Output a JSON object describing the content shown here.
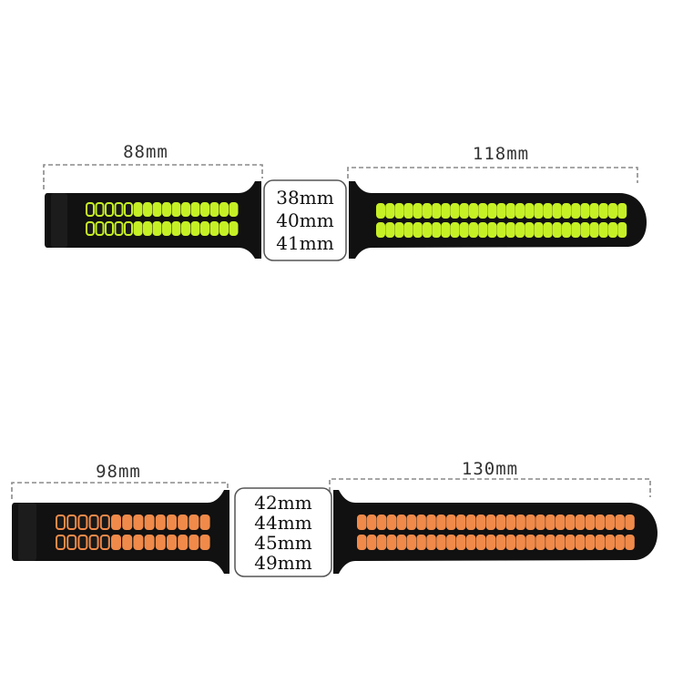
{
  "top_band": {
    "short_length": "88mm",
    "long_length": "118mm",
    "sizes": [
      "38mm",
      "40mm",
      "41mm"
    ],
    "accent_color": "#c6f026",
    "strap_color": "#111111"
  },
  "bottom_band": {
    "short_length": "98mm",
    "long_length": "130mm",
    "sizes": [
      "42mm",
      "44mm",
      "45mm",
      "49mm"
    ],
    "accent_color": "#f08a4a",
    "strap_color": "#111111"
  }
}
